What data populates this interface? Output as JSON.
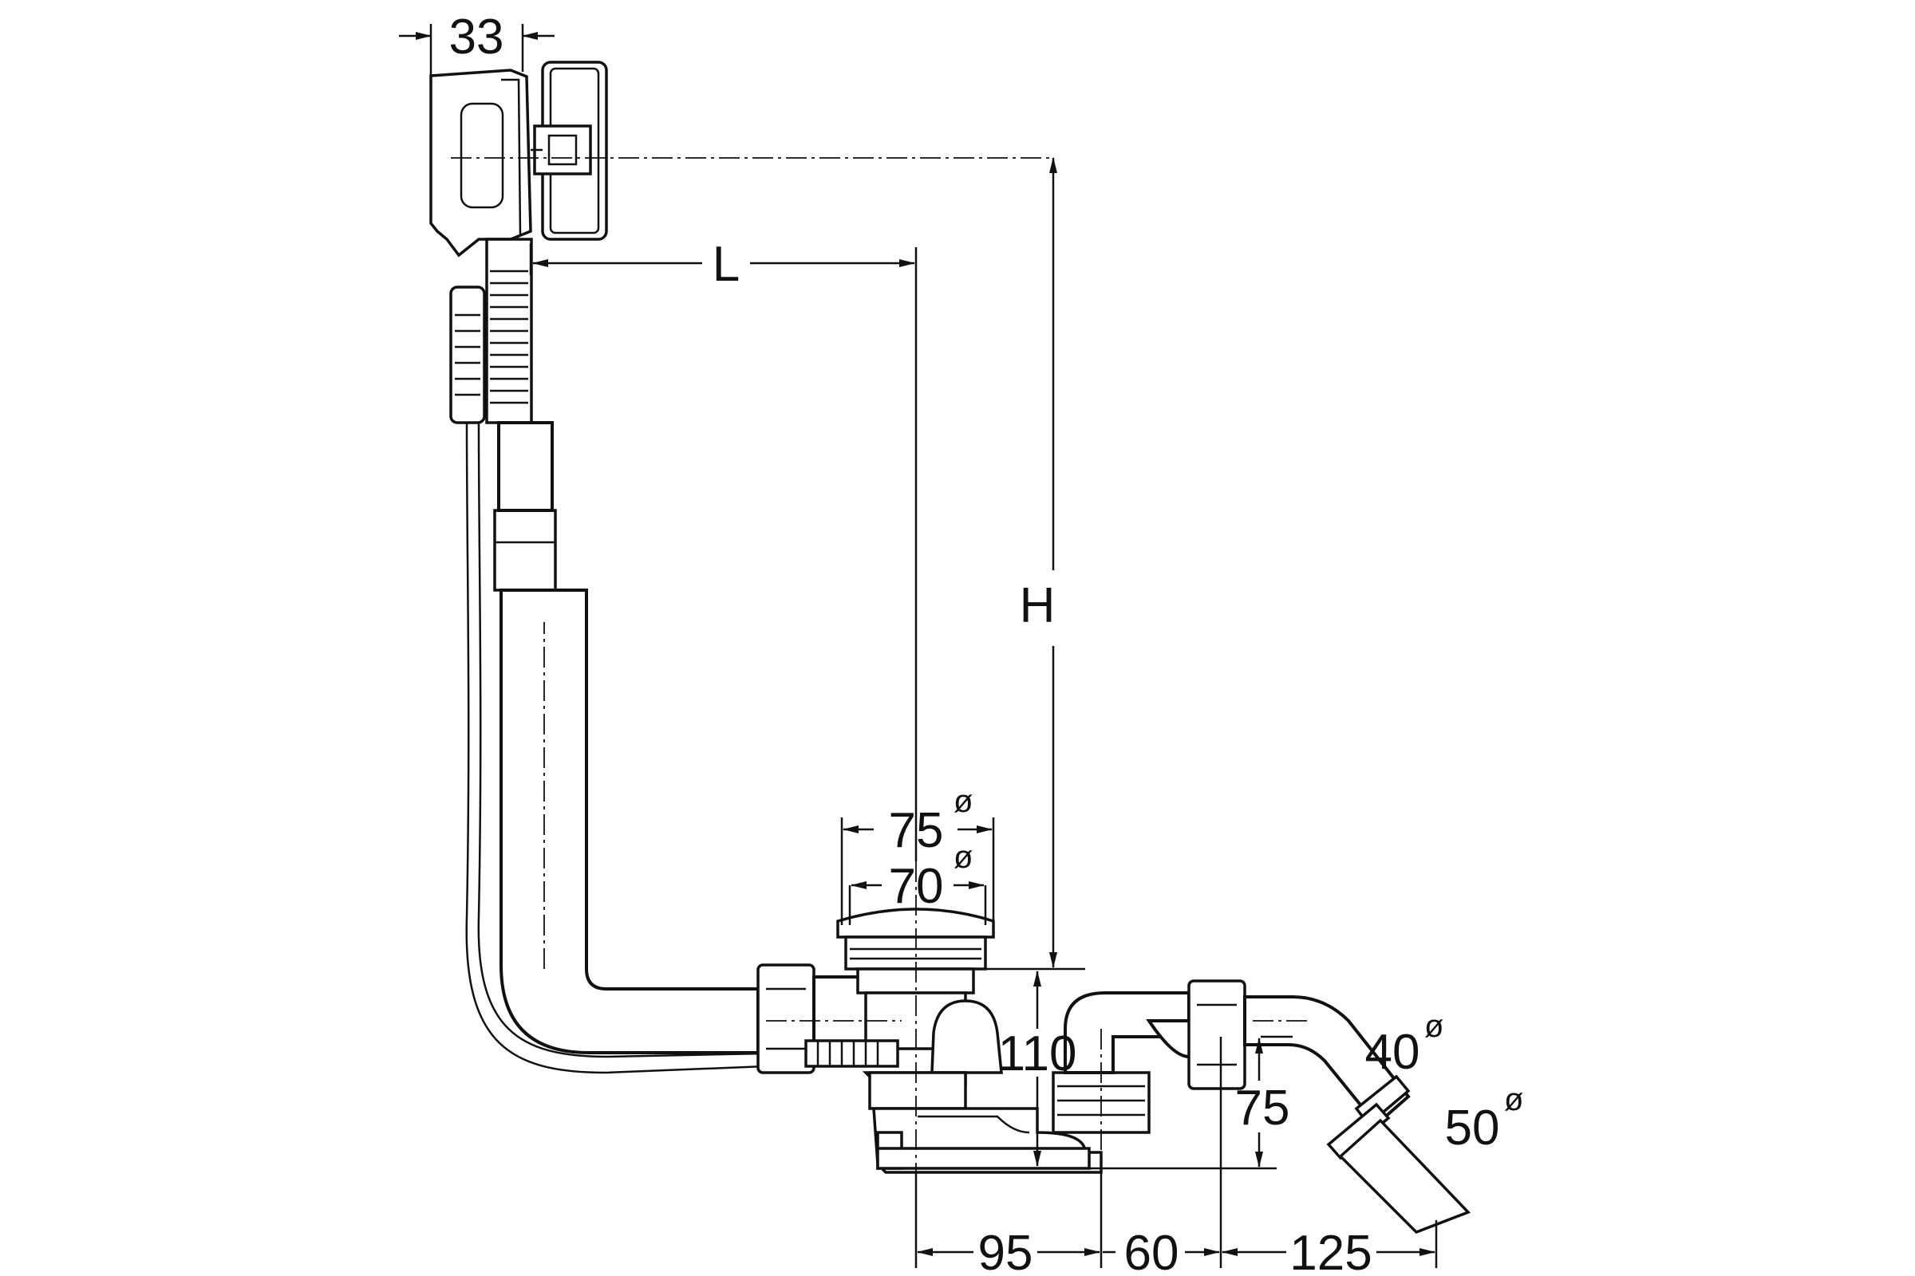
{
  "figure": {
    "dimensions": {
      "overflow_depth": "33",
      "length": "L",
      "height": "H",
      "outlet_diameter_outer": "75",
      "outlet_diameter_inner": "70",
      "trap_height": "110",
      "pipe_diameter_small": "40",
      "pipe_diameter_large": "50",
      "trap_outlet_height": "75",
      "offset_1": "95",
      "offset_2": "60",
      "offset_3": "125"
    },
    "diameter_symbol": "ø"
  }
}
